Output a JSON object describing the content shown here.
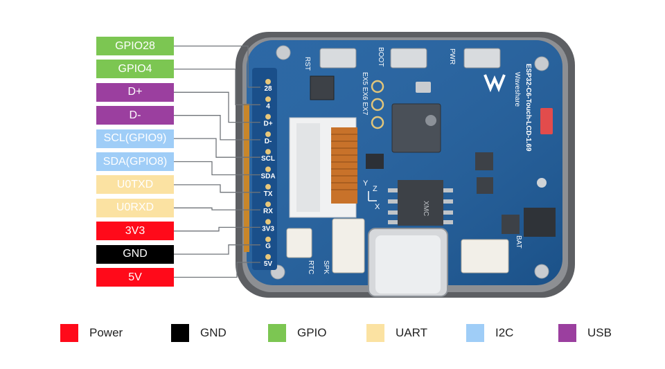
{
  "pins": [
    {
      "label": "GPIO28",
      "silk": "28",
      "group": "GPIO"
    },
    {
      "label": "GPIO4",
      "silk": "4",
      "group": "GPIO"
    },
    {
      "label": "D+",
      "silk": "D+",
      "group": "USB"
    },
    {
      "label": "D-",
      "silk": "D-",
      "group": "USB"
    },
    {
      "label": "SCL(GPIO9)",
      "silk": "SCL",
      "group": "I2C"
    },
    {
      "label": "SDA(GPIO8)",
      "silk": "SDA",
      "group": "I2C"
    },
    {
      "label": "U0TXD",
      "silk": "TX",
      "group": "UART"
    },
    {
      "label": "U0RXD",
      "silk": "RX",
      "group": "UART"
    },
    {
      "label": "3V3",
      "silk": "3V3",
      "group": "Power"
    },
    {
      "label": "GND",
      "silk": "G",
      "group": "GND"
    },
    {
      "label": "5V",
      "silk": "5V",
      "group": "Power"
    }
  ],
  "colors": {
    "Power": "#ff0a1a",
    "GND": "#000000",
    "GPIO": "#7cc652",
    "UART": "#fbe2a2",
    "I2C": "#9fcdf7",
    "USB": "#9b3f9f"
  },
  "text_colors": {
    "Power": "#ffffff",
    "GND": "#ffffff",
    "GPIO": "#ffffff",
    "UART": "#ffffff",
    "I2C": "#ffffff",
    "USB": "#ffffff"
  },
  "legend": [
    {
      "label": "Power",
      "group": "Power"
    },
    {
      "label": "GND",
      "group": "GND"
    },
    {
      "label": "GPIO",
      "group": "GPIO"
    },
    {
      "label": "UART",
      "group": "UART"
    },
    {
      "label": "I2C",
      "group": "I2C"
    },
    {
      "label": "USB",
      "group": "USB"
    }
  ],
  "board": {
    "buttons": [
      "RST",
      "BOOT",
      "PWR"
    ],
    "model": "ESP32-C6-Touch-LCD-1.69",
    "brand": "Waveshare",
    "ext": "EX5 EX6 EX7",
    "connectors": [
      "RTC",
      "SPK",
      "BAT"
    ],
    "chip_text": "XMC",
    "axis_x": "X",
    "axis_y": "Y",
    "axis_z": "Z"
  }
}
